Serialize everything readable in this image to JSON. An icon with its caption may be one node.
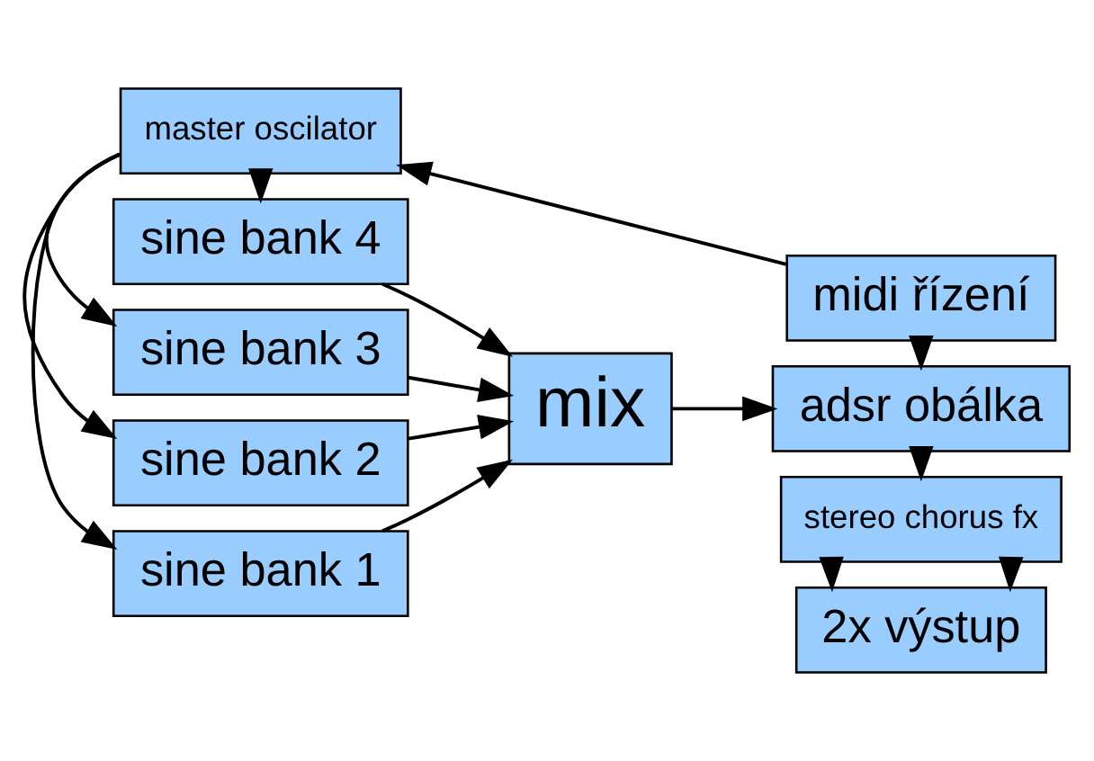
{
  "diagram": {
    "nodes": [
      {
        "text": [
          "master oscilator"
        ]
      },
      {
        "text": [
          "midi řízení"
        ]
      },
      {
        "text": [
          "sine bank 1"
        ]
      },
      {
        "text": [
          "sine bank 2"
        ]
      },
      {
        "text": [
          "sine bank 3"
        ]
      },
      {
        "text": [
          "sine bank 4"
        ]
      },
      {
        "text": [
          "mix"
        ]
      },
      {
        "text": [
          "adsr obálka"
        ]
      },
      {
        "text": [
          "stereo chorus fx"
        ]
      },
      {
        "text": [
          "2x výstup"
        ]
      }
    ],
    "edges": [
      {
        "from": 1,
        "to": 0,
        "arrow": "to"
      },
      {
        "from": 0,
        "to": 2,
        "arrow": "to"
      },
      {
        "from": 0,
        "to": 3,
        "arrow": "to"
      },
      {
        "from": 0,
        "to": 4,
        "arrow": "to"
      },
      {
        "from": 0,
        "to": 5,
        "arrow": "to"
      },
      {
        "from": 2,
        "to": 6,
        "arrow": "to"
      },
      {
        "from": 3,
        "to": 6,
        "arrow": "to"
      },
      {
        "from": 4,
        "to": 6,
        "arrow": "to"
      },
      {
        "from": 5,
        "to": 6,
        "arrow": "to"
      },
      {
        "from": 1,
        "to": 7,
        "arrow": "to"
      },
      {
        "from": 6,
        "to": 7,
        "arrow": "to"
      },
      {
        "from": 7,
        "to": 8,
        "arrow": "to"
      },
      {
        "from": 8,
        "to": 9,
        "arrow": "to"
      },
      {
        "from": 8,
        "to": 9,
        "arrow": "to"
      }
    ]
  }
}
